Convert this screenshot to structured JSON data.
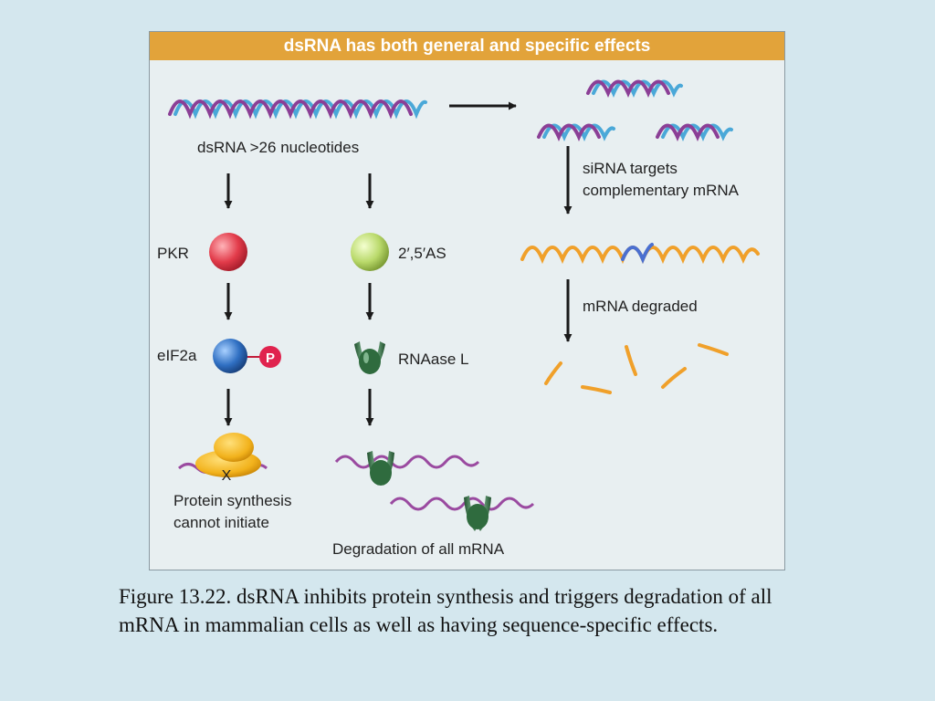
{
  "figure": {
    "title": "dsRNA has both general and specific effects",
    "labels": {
      "dsrna": "dsRNA >26 nucleotides",
      "pkr": "PKR",
      "as": "2′,5′AS",
      "eif2a": "eIF2a",
      "phospho": "P",
      "rnaase": "RNAase L",
      "block_x": "X",
      "protein_line1": "Protein synthesis",
      "protein_line2": "cannot initiate",
      "degradation_all": "Degradation of all mRNA",
      "sirna_line1": "siRNA targets",
      "sirna_line2": "complementary mRNA",
      "mrna_degraded": "mRNA degraded"
    },
    "colors": {
      "header": "#e2a33a",
      "dsrna_strand_a": "#8b3f96",
      "dsrna_strand_b": "#4aa8d8",
      "pkr_ball": "#e23b4a",
      "as_ball": "#b9d96a",
      "eif2a_ball": "#2f6fc2",
      "phospho": "#e0234e",
      "rnaase": "#2f6b3e",
      "ribosome": "#f2b21c",
      "mrna_orange": "#f0a02a",
      "mrna_purple": "#9a4aa0"
    }
  },
  "caption": "Figure 13.22.  dsRNA inhibits protein synthesis and triggers degradation of all mRNA in mammalian cells as well as having sequence-specific effects."
}
